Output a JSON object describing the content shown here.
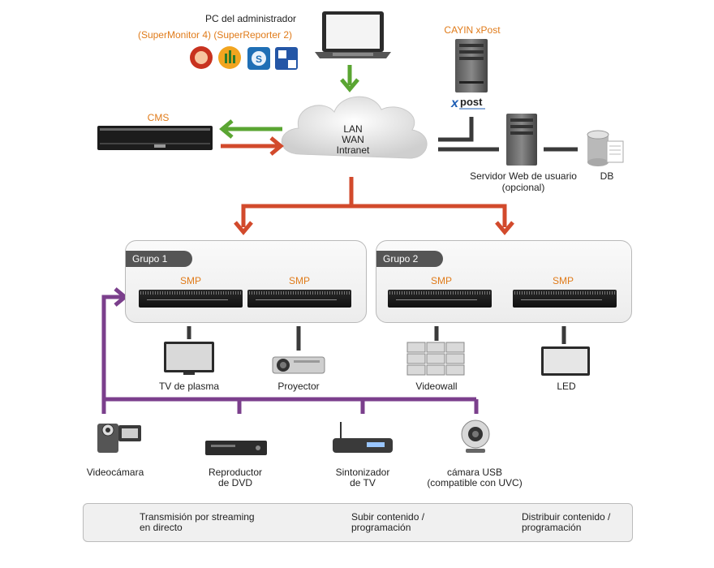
{
  "admin_pc": {
    "title": "PC del administrador",
    "software": "(SuperMonitor 4)  (SuperReporter 2)"
  },
  "xpost": {
    "title": "CAYIN xPost",
    "logo": "xpost"
  },
  "cms": {
    "label": "CMS"
  },
  "network": {
    "line1": "LAN",
    "line2": "WAN",
    "line3": "Intranet"
  },
  "web_server": {
    "line1": "Servidor Web de usuario",
    "line2": "(opcional)"
  },
  "db": {
    "label": "DB"
  },
  "groups": [
    {
      "name": "Grupo 1",
      "players": [
        "SMP",
        "SMP"
      ]
    },
    {
      "name": "Grupo 2",
      "players": [
        "SMP",
        "SMP"
      ]
    }
  ],
  "displays": {
    "plasma": "TV de plasma",
    "projector": "Proyector",
    "videowall": "Videowall",
    "led": "LED"
  },
  "sources": {
    "camcorder": "Videocámara",
    "dvd_line1": "Reproductor",
    "dvd_line2": "de DVD",
    "tuner_line1": "Sintonizador",
    "tuner_line2": "de TV",
    "usbcam_line1": "cámara USB",
    "usbcam_line2": "(compatible con UVC)"
  },
  "legend": {
    "streaming_line1": "Transmisión por streaming",
    "streaming_line2": "en directo",
    "upload_line1": "Subir contenido /",
    "upload_line2": "programación",
    "distribute_line1": "Distribuir contenido /",
    "distribute_line2": "programación"
  },
  "colors": {
    "upload": "#5aa532",
    "distribute": "#d24a2c",
    "streaming": "#7b3f8c",
    "connector": "#333333",
    "accent_label": "#e07b1a"
  }
}
